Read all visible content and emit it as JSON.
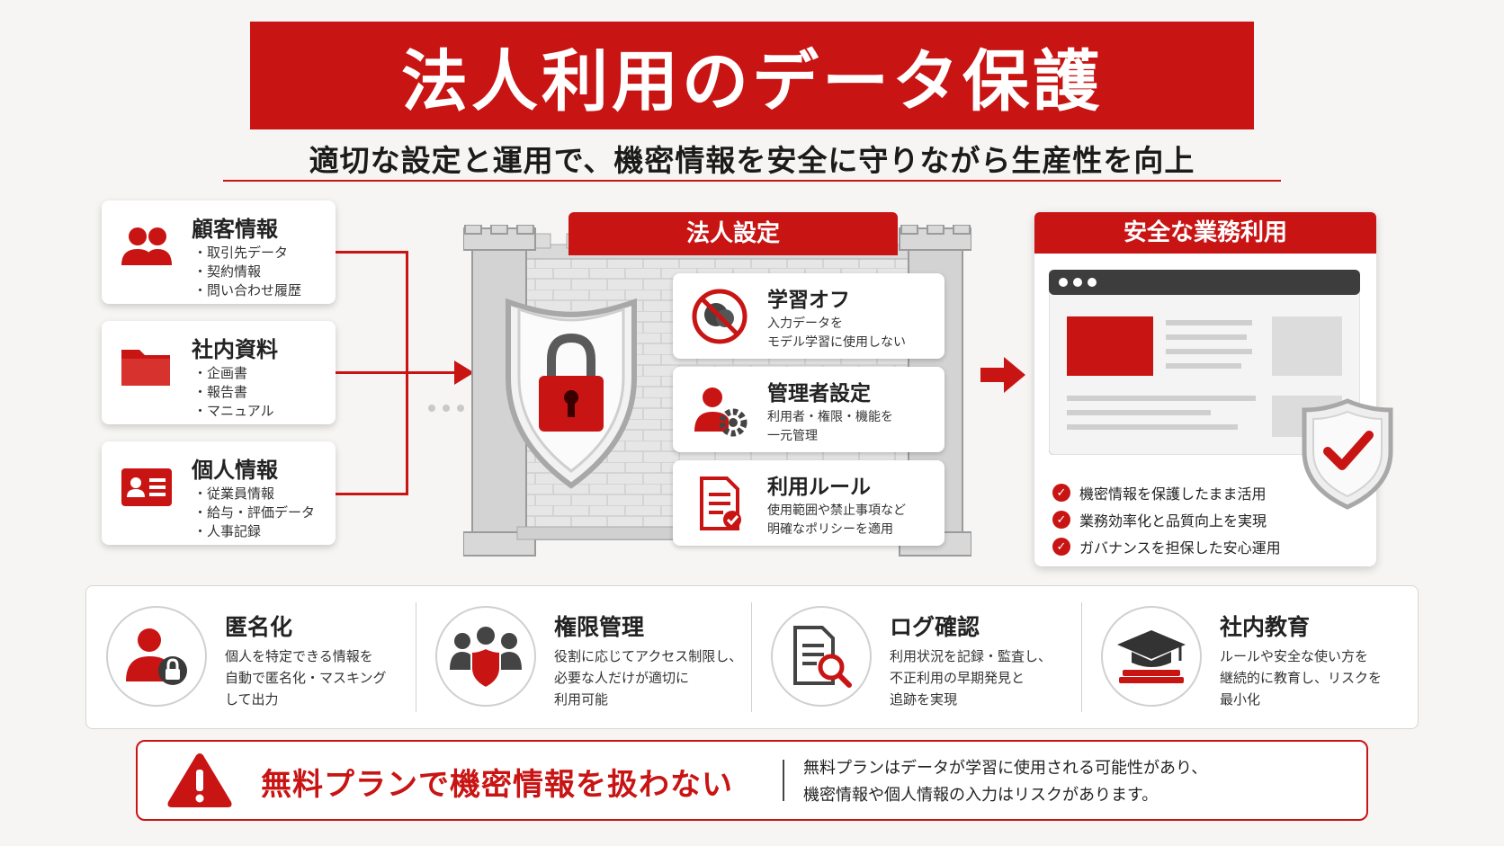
{
  "title": "法人利用のデータ保護",
  "subtitle": "適切な設定と運用で、機密情報を安全に守りながら生産性を向上",
  "data_sources": [
    {
      "title": "顧客情報",
      "items": [
        "取引先データ",
        "契約情報",
        "問い合わせ履歴"
      ],
      "icon": "users-icon"
    },
    {
      "title": "社内資料",
      "items": [
        "企画書",
        "報告書",
        "マニュアル"
      ],
      "icon": "folder-icon"
    },
    {
      "title": "個人情報",
      "items": [
        "従業員情報",
        "給与・評価データ",
        "人事記録"
      ],
      "icon": "id-card-icon"
    }
  ],
  "corporate_settings": {
    "label": "法人設定",
    "cards": [
      {
        "title": "学習オフ",
        "desc_line1": "入力データを",
        "desc_line2": "モデル学習に使用しない",
        "icon": "no-learning-icon"
      },
      {
        "title": "管理者設定",
        "desc_line1": "利用者・権限・機能を",
        "desc_line2": "一元管理",
        "icon": "admin-gear-icon"
      },
      {
        "title": "利用ルール",
        "desc_line1": "使用範囲や禁止事項など",
        "desc_line2": "明確なポリシーを適用",
        "icon": "document-check-icon"
      }
    ]
  },
  "safe_use": {
    "label": "安全な業務利用",
    "benefits": [
      "機密情報を保護したまま活用",
      "業務効率化と品質向上を実現",
      "ガバナンスを担保した安心運用"
    ]
  },
  "features": [
    {
      "title": "匿名化",
      "lines": [
        "個人を特定できる情報を",
        "自動で匿名化・マスキング",
        "して出力"
      ],
      "icon": "user-lock-icon"
    },
    {
      "title": "権限管理",
      "lines": [
        "役割に応じてアクセス制限し、",
        "必要な人だけが適切に",
        "利用可能"
      ],
      "icon": "group-shield-icon"
    },
    {
      "title": "ログ確認",
      "lines": [
        "利用状況を記録・監査し、",
        "不正利用の早期発見と",
        "追跡を実現"
      ],
      "icon": "log-search-icon"
    },
    {
      "title": "社内教育",
      "lines": [
        "ルールや安全な使い方を",
        "継続的に教育し、リスクを",
        "最小化"
      ],
      "icon": "graduation-icon"
    }
  ],
  "warning": {
    "title": "無料プランで機密情報を扱わない",
    "line1": "無料プランはデータが学習に使用される可能性があり、",
    "line2": "機密情報や個人情報の入力はリスクがあります。"
  },
  "colors": {
    "accent": "#c91414",
    "background": "#f6f5f3"
  }
}
